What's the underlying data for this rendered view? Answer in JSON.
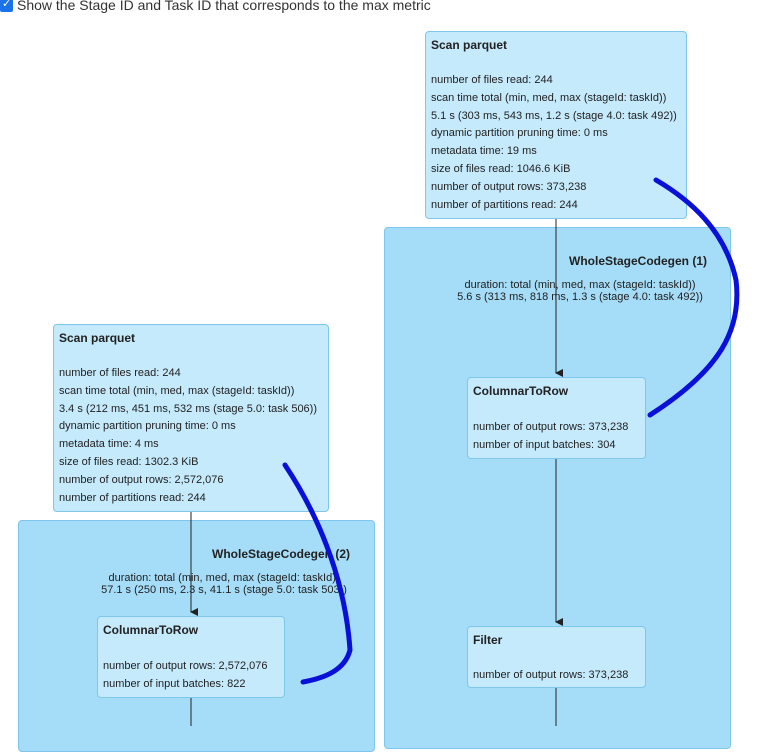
{
  "checkbox": {
    "label": "Show the Stage ID and Task ID that corresponds to the max metric",
    "checked": true
  },
  "colors": {
    "cluster_bg": "#a5ddf8",
    "node_bg": "#c5eafc",
    "border": "#7ec6ec",
    "annotation": "#0a10d8",
    "edge": "#222222"
  },
  "clusters": [
    {
      "title": "WholeStageCodegen (1)",
      "metric_label": "duration: total (min, med, max (stageId: taskId))",
      "metric_value": "5.6 s (313 ms, 818 ms, 1.3 s (stage 4.0: task 492))"
    },
    {
      "title": "WholeStageCodegen (2)",
      "metric_label": "duration: total (min, med, max (stageId: taskId))",
      "metric_value": "57.1 s (250 ms, 2.3 s, 41.1 s (stage 5.0: task 503))"
    }
  ],
  "nodes": {
    "scan_right": {
      "title": "Scan parquet",
      "metrics": [
        "number of files read: 244",
        "scan time total (min, med, max (stageId: taskId))",
        "5.1 s (303 ms, 543 ms, 1.2 s (stage 4.0: task 492))",
        "dynamic partition pruning time: 0 ms",
        "metadata time: 19 ms",
        "size of files read: 1046.6 KiB",
        "number of output rows: 373,238",
        "number of partitions read: 244"
      ]
    },
    "scan_left": {
      "title": "Scan parquet",
      "metrics": [
        "number of files read: 244",
        "scan time total (min, med, max (stageId: taskId))",
        "3.4 s (212 ms, 451 ms, 532 ms (stage 5.0: task 506))",
        "dynamic partition pruning time: 0 ms",
        "metadata time: 4 ms",
        "size of files read: 1302.3 KiB",
        "number of output rows: 2,572,076",
        "number of partitions read: 244"
      ]
    },
    "c2r_right": {
      "title": "ColumnarToRow",
      "metrics": [
        "number of output rows: 373,238",
        "number of input batches: 304"
      ]
    },
    "c2r_left": {
      "title": "ColumnarToRow",
      "metrics": [
        "number of output rows: 2,572,076",
        "number of input batches: 822"
      ]
    },
    "filter_right": {
      "title": "Filter",
      "metrics": [
        "number of output rows: 373,238"
      ]
    }
  }
}
